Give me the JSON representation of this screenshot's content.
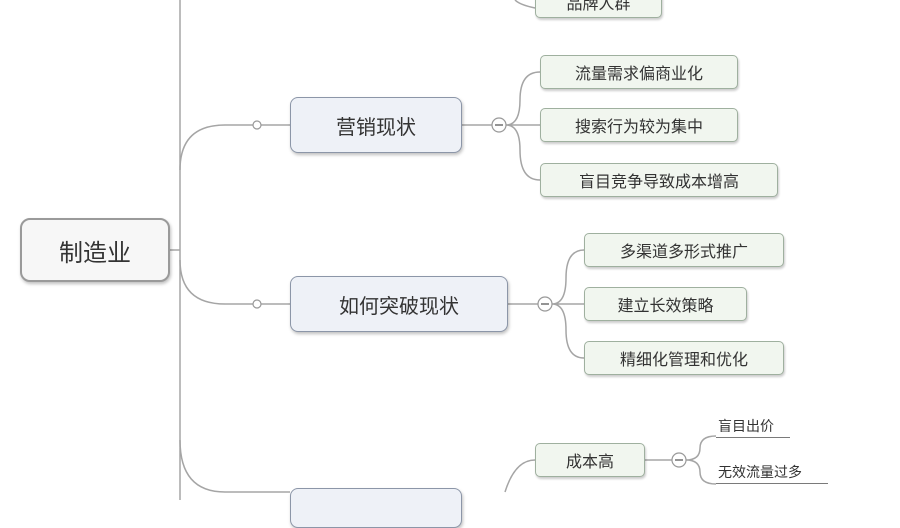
{
  "root": {
    "label": "制造业"
  },
  "branches": [
    {
      "id": "top",
      "label": "",
      "children": [
        {
          "label": "品牌人群"
        }
      ]
    },
    {
      "id": "marketing",
      "label": "营销现状",
      "children": [
        {
          "label": "流量需求偏商业化"
        },
        {
          "label": "搜索行为较为集中"
        },
        {
          "label": "盲目竞争导致成本增高"
        }
      ]
    },
    {
      "id": "breakthrough",
      "label": "如何突破现状",
      "children": [
        {
          "label": "多渠道多形式推广"
        },
        {
          "label": "建立长效策略"
        },
        {
          "label": "精细化管理和优化"
        }
      ]
    },
    {
      "id": "bottom",
      "label": "",
      "children": [
        {
          "label": "成本高",
          "children": [
            {
              "label": "盲目出价"
            },
            {
              "label": "无效流量过多"
            }
          ]
        }
      ]
    }
  ],
  "colors": {
    "connector": "#9a9a9a",
    "root_border": "#9a9a9a",
    "main_fill": "#eef1f7",
    "sub_fill": "#f1f6ef"
  }
}
